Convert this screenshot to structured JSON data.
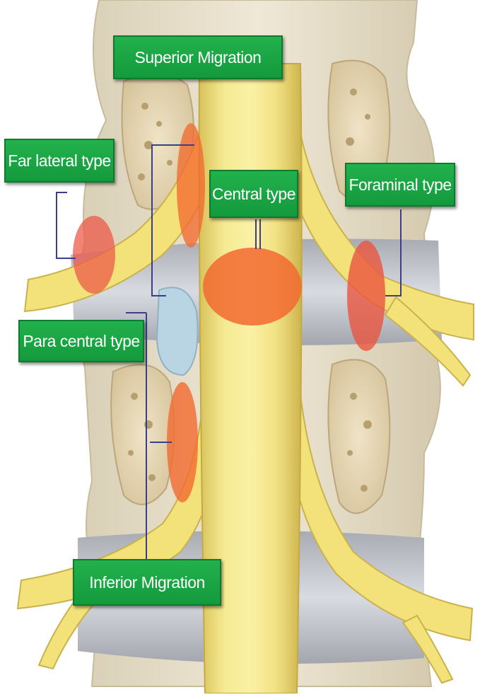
{
  "labels": {
    "superior_migration": "Superior Migration",
    "far_lateral": "Far lateral type",
    "central": "Central type",
    "foraminal": "Foraminal type",
    "para_central": "Para central type",
    "inferior_migration": "Inferior Migration"
  },
  "colors": {
    "nerve": "#f3e27a",
    "bone": "#e8d8b4",
    "disc": "#c9ccd2",
    "herniation": "#f2743f",
    "label_bg": "#1aa845"
  }
}
